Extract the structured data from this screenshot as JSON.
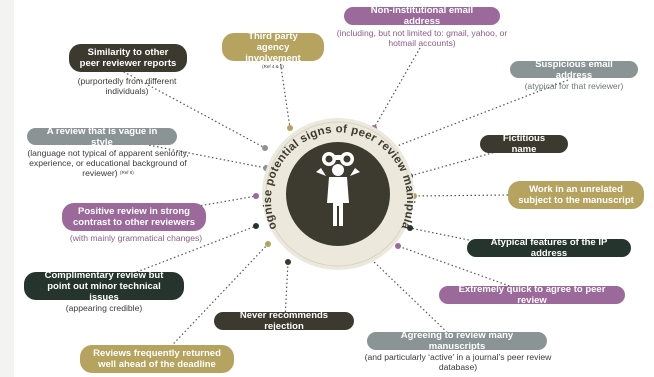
{
  "diagram": {
    "center_title": "Recognise potential signs of peer review manipulation",
    "center_icon": "person-with-binoculars-icon",
    "colors": {
      "olive": "#b5a35f",
      "purple": "#9b6a9a",
      "slate": "#8b9494",
      "dark": "#3c3a2f",
      "green": "#25352d",
      "circle": "#3d3a30",
      "ring": "#d8d3c4"
    },
    "signs": [
      {
        "id": "similarity",
        "label": "Similarity to other peer reviewer reports",
        "note": "(purportedly from different individuals)"
      },
      {
        "id": "third_party",
        "label": "Third party agency involvement",
        "note": "(Ref 4 & 5)"
      },
      {
        "id": "non_institutional",
        "label": "Non-institutional email address",
        "note": "(including, but not limited to: gmail, yahoo, or hotmail accounts)"
      },
      {
        "id": "suspicious_email",
        "label": "Suspicious email address",
        "note": "(atypical for that reviewer)"
      },
      {
        "id": "fictitious",
        "label": "Fictitious name",
        "note": ""
      },
      {
        "id": "unrelated_subject",
        "label": "Work in an unrelated subject to the manuscript",
        "note": ""
      },
      {
        "id": "ip_address",
        "label": "Atypical features of the IP address",
        "note": ""
      },
      {
        "id": "quick_agree",
        "label": "Extremely quick to agree to peer review",
        "note": ""
      },
      {
        "id": "many_manuscripts",
        "label": "Agreeing to review many manuscripts",
        "note": "(and particularly ‘active’ in a journal’s peer review database)"
      },
      {
        "id": "never_rejects",
        "label": "Never recommends rejection",
        "note": ""
      },
      {
        "id": "ahead_deadline",
        "label": "Reviews frequently returned well ahead of the deadline",
        "note": ""
      },
      {
        "id": "complimentary",
        "label": "Complimentary review but point out minor technical issues",
        "note": "(appearing credible)"
      },
      {
        "id": "positive_contrast",
        "label": "Positive review in strong contrast to other reviewers",
        "note": "(with mainly grammatical changes)"
      },
      {
        "id": "vague",
        "label": "A review that is vague in style",
        "note": "(language not typical of apparent seniority, experience, or educational background of reviewer)",
        "note_ref": "(Ref 6)"
      }
    ]
  }
}
